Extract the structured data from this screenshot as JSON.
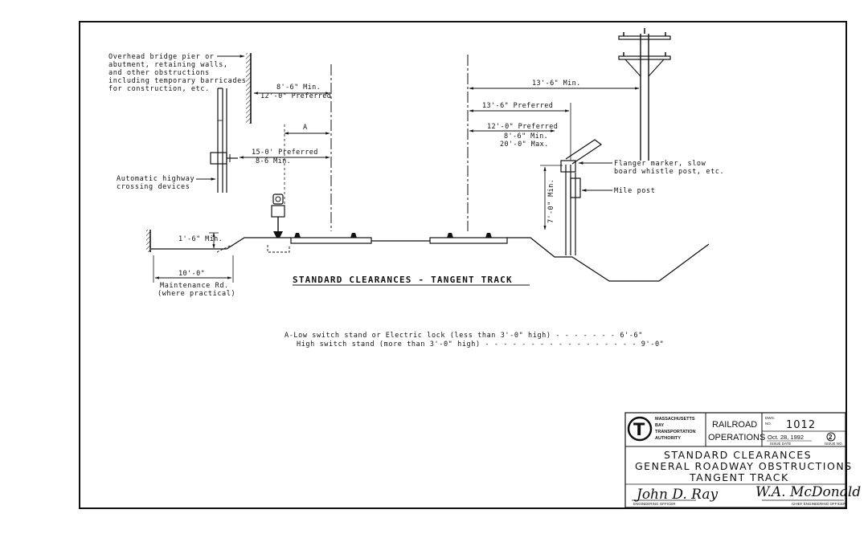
{
  "labels": {
    "obstruction": [
      "Overhead bridge pier or",
      "abutment, retaining walls,",
      "and other obstructions",
      "including temporary barricades",
      "for construction, etc."
    ],
    "crossing": [
      "Automatic highway",
      "crossing devices"
    ],
    "flanger": [
      "Flanger marker, slow",
      "board whistle post, etc."
    ],
    "mile_post": "Mile post",
    "maintenance": [
      "Maintenance Rd.",
      "(where practical)"
    ]
  },
  "dimensions": {
    "d1_min": "8'-6\" Min.",
    "d1_pref": "12'-0\" Preferred",
    "a": "A",
    "d2_pref": "15-0' Preferred",
    "d2_min": "8-6 Min.",
    "d3_min": "1'-6\" Min.",
    "d4": "10'-0\"",
    "r1": "13'-6\" Min.",
    "r2": "13'-6\" Preferred",
    "r3_pref": "12'-0\" Preferred",
    "r3_min": "8'-6\" Min.",
    "r3_max": "20'-0\" Max.",
    "r4": "7'-0\" Min."
  },
  "drawing_title": "STANDARD CLEARANCES - TANGENT TRACK",
  "legend": [
    {
      "text": "A-Low switch stand or Electric lock (less than 3'-0\" high) - - - - - - - 6'-6\""
    },
    {
      "text": "High switch stand (more than 3'-0\" high) - - - - - - - - - - - - - - - - - 9'-0\""
    }
  ],
  "title_block": {
    "authority": [
      "MASSACHUSETTS",
      "BAY",
      "TRANSPORTATION",
      "AUTHORITY"
    ],
    "logo_letter": "T",
    "dept": [
      "RAILROAD",
      "OPERATIONS"
    ],
    "dwg_label": [
      "DWG.",
      "NO."
    ],
    "dwg_no": "1012",
    "issue_date": "Oct. 28, 1992",
    "issue_no": "2",
    "issue_date_label": "ISSUE DATE",
    "issue_no_label": "ISSUE NO.",
    "title": [
      "STANDARD CLEARANCES",
      "GENERAL ROADWAY OBSTRUCTIONS",
      "TANGENT TRACK"
    ],
    "sig_left": "John D. Ray",
    "sig_right": "W.A. McDonald",
    "eng_officer": "ENGINEERING OFFICER",
    "chief_officer": "CHIEF ENGINEERING OFFICER"
  }
}
